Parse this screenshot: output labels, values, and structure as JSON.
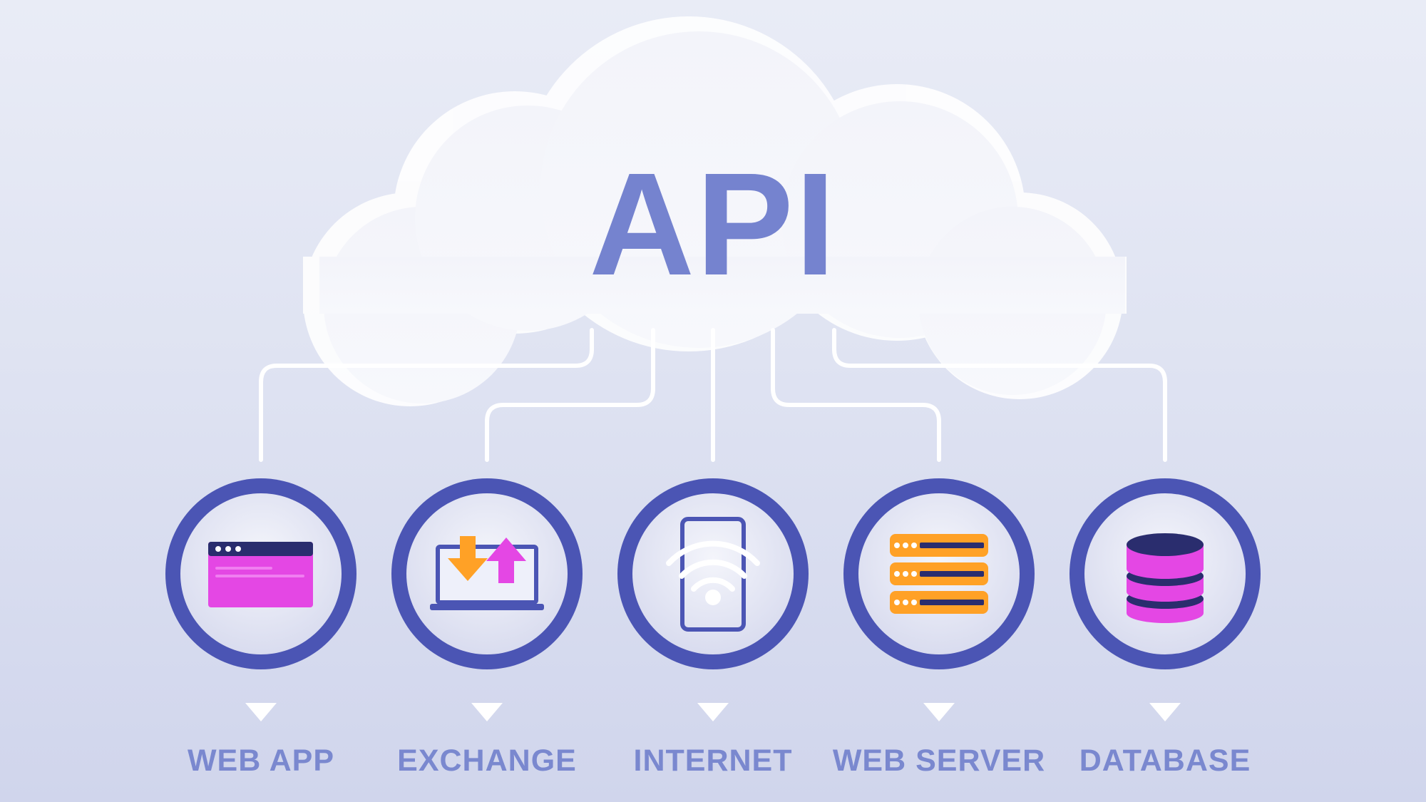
{
  "title": "API",
  "colors": {
    "ring": "#4b55b4",
    "title": "#7583cf",
    "label": "#7a88cf",
    "magenta": "#e447e4",
    "orange": "#ffa126",
    "navy": "#2a2d6e",
    "connector": "#ffffff"
  },
  "nodes": [
    {
      "label": "WEB APP",
      "icon": "browser-window-icon"
    },
    {
      "label": "EXCHANGE",
      "icon": "laptop-transfer-icon"
    },
    {
      "label": "INTERNET",
      "icon": "phone-wifi-icon"
    },
    {
      "label": "WEB SERVER",
      "icon": "server-stack-icon"
    },
    {
      "label": "DATABASE",
      "icon": "database-icon"
    }
  ]
}
